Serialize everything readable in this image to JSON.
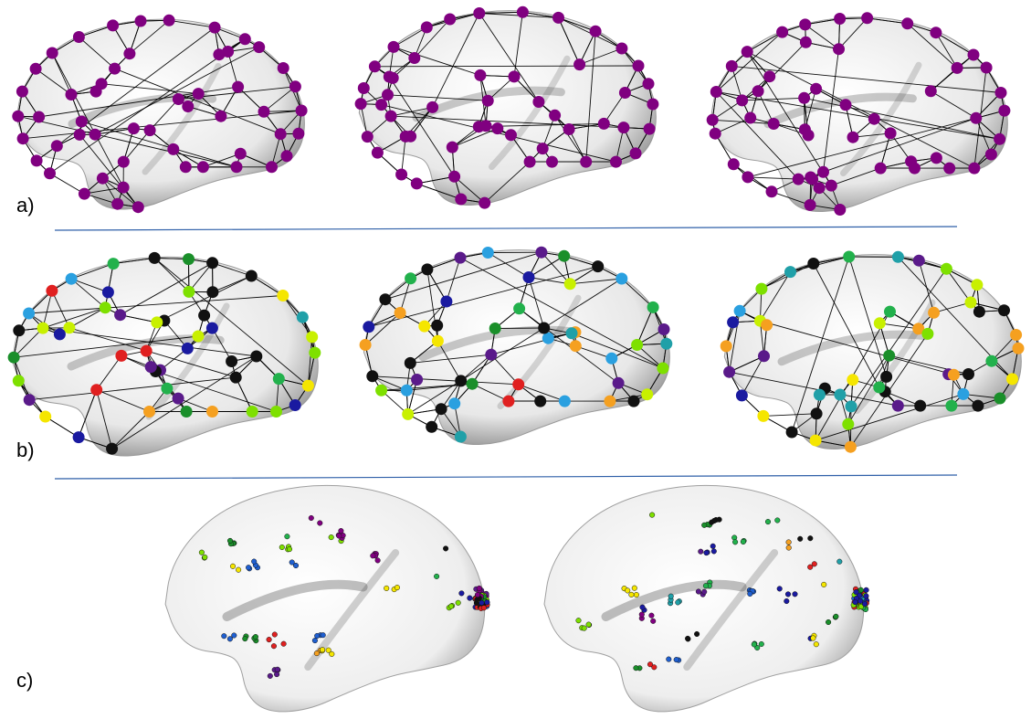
{
  "figure": {
    "panels": [
      {
        "id": "a",
        "label": "a)",
        "node_color": "#800080",
        "brains": 3,
        "style": "network"
      },
      {
        "id": "b",
        "label": "b)",
        "brains": 3,
        "style": "network-colored"
      },
      {
        "id": "c",
        "label": "c)",
        "brains": 2,
        "style": "inflated-dots"
      }
    ],
    "palette": {
      "purple": "#800080",
      "black": "#111111",
      "green": "#22b14c",
      "dark_green": "#1a8f2a",
      "light_green": "#7ee000",
      "yellow_green": "#c8f000",
      "yellow": "#f5e600",
      "orange": "#f5a020",
      "red": "#e02020",
      "teal": "#20a0a8",
      "blue": "#1f5fd0",
      "dark_blue": "#1a1aa0",
      "violet": "#5a1a8a",
      "sky": "#2aa0e0"
    },
    "separator_color": "#2e5fa8"
  }
}
